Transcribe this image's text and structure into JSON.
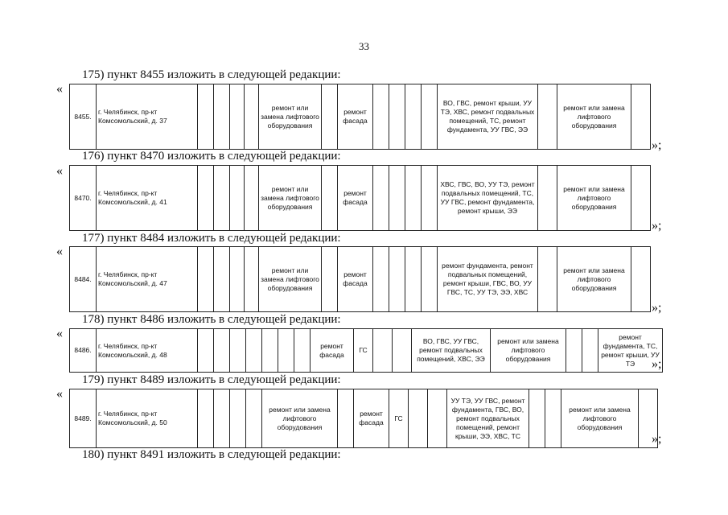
{
  "page_number": "33",
  "quote_open": "«",
  "quote_close": "»;",
  "blocks": [
    {
      "heading": "175) пункт 8455 изложить в следующей редакции:",
      "row": {
        "num": "8455.",
        "address": "г. Челябинск, пр-кт Комсомольский, д. 37",
        "c_elevator": "ремонт или замена лифтового оборудования",
        "c_facade": "ремонт фасада",
        "c_list": "ВО, ГВС, ремонт крыши, УУ ТЭ, ХВС, ремонт подвальных помещений, ТС, ремонт фундамента, УУ ГВС, ЭЭ",
        "c_elevator2": "ремонт или замена лифтового оборудования"
      }
    },
    {
      "heading": "176) пункт 8470 изложить в следующей редакции:",
      "row": {
        "num": "8470.",
        "address": "г. Челябинск, пр-кт Комсомольский, д. 41",
        "c_elevator": "ремонт или замена лифтового оборудования",
        "c_facade": "ремонт фасада",
        "c_list": "ХВС, ГВС, ВО, УУ ТЭ, ремонт подвальных помещений, ТС, УУ ГВС, ремонт фундамента, ремонт крыши, ЭЭ",
        "c_elevator2": "ремонт или замена лифтового оборудования"
      }
    },
    {
      "heading": "177) пункт 8484 изложить в следующей редакции:",
      "row": {
        "num": "8484.",
        "address": "г. Челябинск, пр-кт Комсомольский, д. 47",
        "c_elevator": "ремонт или замена лифтового оборудования",
        "c_facade": "ремонт фасада",
        "c_list": "ремонт фундамента, ремонт подвальных помещений, ремонт крыши, ГВС, ВО, УУ ГВС, ТС, УУ ТЭ, ЭЭ, ХВС",
        "c_elevator2": "ремонт или замена лифтового оборудования"
      }
    },
    {
      "heading": "178) пункт 8486 изложить в следующей редакции:",
      "row": {
        "num": "8486.",
        "address": "г. Челябинск, пр-кт Комсомольский, д. 48",
        "c_facade": "ремонт фасада",
        "c_gs": "ГС",
        "c_list": "ВО, ГВС, УУ ГВС, ремонт подвальных помещений, ХВС, ЭЭ",
        "c_elevator": "ремонт или замена лифтового оборудования",
        "c_last": "ремонт фундамента, ТС, ремонт крыши, УУ ТЭ"
      }
    },
    {
      "heading": "179) пункт 8489 изложить в следующей редакции:",
      "row": {
        "num": "8489.",
        "address": "г. Челябинск, пр-кт Комсомольский, д. 50",
        "c_elevator": "ремонт или замена лифтового оборудования",
        "c_facade": "ремонт фасада",
        "c_gs": "ГС",
        "c_list": "УУ ТЭ, УУ ГВС, ремонт фундамента, ГВС, ВО, ремонт подвальных помещений, ремонт крыши, ЭЭ, ХВС, ТС",
        "c_elevator2": "ремонт или замена лифтового оборудования"
      }
    },
    {
      "heading": "180) пункт 8491 изложить в следующей редакции:"
    }
  ]
}
